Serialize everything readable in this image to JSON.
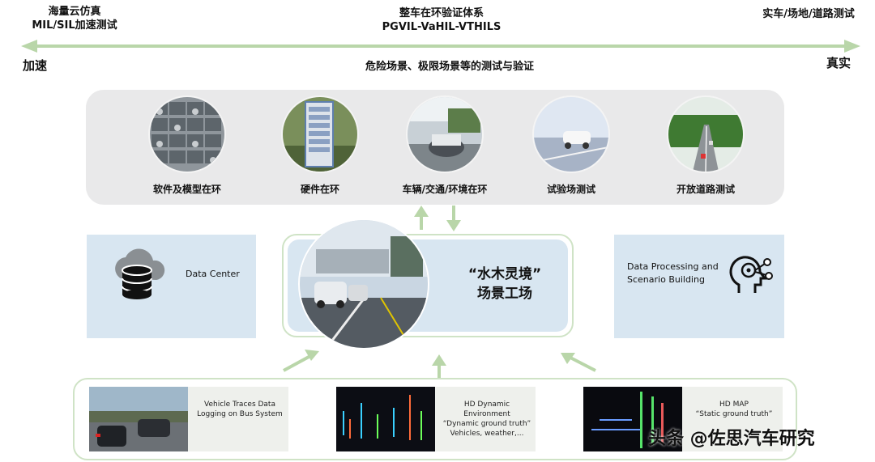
{
  "header": {
    "left_line1": "海量云仿真",
    "left_line2": "MIL/SIL加速测试",
    "center_line1": "整车在环验证体系",
    "center_line2": "PGVIL-VaHIL-VTHILS",
    "right": "实车/场地/道路测试"
  },
  "axis": {
    "left_label": "加速",
    "right_label": "真实",
    "middle_label": "危险场景、极限场景等的测试与验证"
  },
  "stages": [
    {
      "label": "软件及模型在环"
    },
    {
      "label": "硬件在环"
    },
    {
      "label": "车辆/交通/环境在环"
    },
    {
      "label": "试验场测试"
    },
    {
      "label": "开放道路测试"
    }
  ],
  "data_center": {
    "label": "Data Center",
    "icon": "database-cloud-icon"
  },
  "data_processing": {
    "line1": "Data Processing and",
    "line2": "Scenario Building",
    "icon": "ai-head-icon"
  },
  "factory": {
    "line1": "“水木灵境”",
    "line2": "场景工场"
  },
  "sources": [
    {
      "line1": "Vehicle Traces Data",
      "line2": "Logging on Bus System",
      "line3": ""
    },
    {
      "line1": "HD Dynamic Environment",
      "line2": "“Dynamic ground truth”",
      "line3": "Vehicles, weather,..."
    },
    {
      "line1": "HD MAP",
      "line2": "“Static ground truth”",
      "line3": ""
    }
  ],
  "watermark": {
    "text": "头条 @佐思汽车研究"
  },
  "colors": {
    "accent_green": "#cfe3c6",
    "arrow_green": "#b9d6a9",
    "panel_blue": "#d8e6f1",
    "panel_grey": "#e9e9ea"
  }
}
